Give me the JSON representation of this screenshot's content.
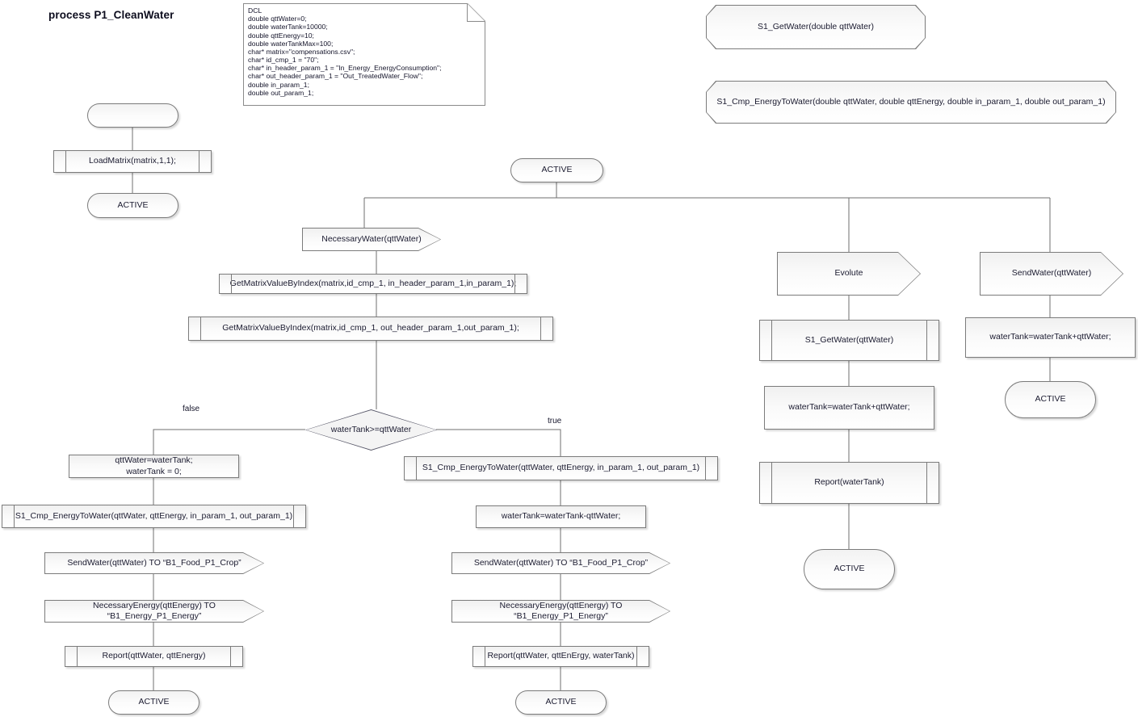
{
  "title": "process P1_CleanWater",
  "dcl": {
    "name": "dcl-note",
    "text": "DCL\ndouble qttWater=0;\ndouble waterTank=10000;\ndouble qttEnergy=10;\ndouble waterTankMax=100;\nchar* matrix=\"compensations.csv\";\nchar* id_cmp_1 = \"70\";\nchar* in_header_param_1 = \"In_Energy_EnergyConsumption\";\nchar* out_header_param_1 = \"Out_TreatedWater_Flow\";\ndouble in_param_1;\ndouble out_param_1;"
  },
  "signal_declarations": [
    {
      "label": "S1_GetWater(double qttWater)"
    },
    {
      "label": "S1_Cmp_EnergyToWater(double qttWater, double qttEnergy, double in_param_1, double out_param_1)"
    }
  ],
  "init_branch": {
    "start_state": "",
    "load_matrix": "LoadMatrix(matrix,1,1);",
    "active_state": "ACTIVE"
  },
  "main": {
    "active_state": "ACTIVE",
    "input_necessary_water": "NecessaryWater(qttWater)",
    "get_matrix_in": "GetMatrixValueByIndex(matrix,id_cmp_1, in_header_param_1,in_param_1);",
    "get_matrix_out": "GetMatrixValueByIndex(matrix,id_cmp_1, out_header_param_1,out_param_1);",
    "decision": "waterTank>=qttWater",
    "label_false": "false",
    "label_true": "true"
  },
  "false_branch": {
    "task_assign": "qttWater=waterTank;\nwaterTank = 0;",
    "proc_cmp": "S1_Cmp_EnergyToWater(qttWater, qttEnergy, in_param_1, out_param_1)",
    "out_send_water": "SendWater(qttWater) TO “B1_Food_P1_Crop”",
    "out_necessary_energy": "NecessaryEnergy(qttEnergy) TO “B1_Energy_P1_Energy”",
    "proc_report": "Report(qttWater, qttEnergy)",
    "active_state": "ACTIVE"
  },
  "true_branch": {
    "proc_cmp": "S1_Cmp_EnergyToWater(qttWater, qttEnergy, in_param_1, out_param_1)",
    "task_subtract": "waterTank=waterTank-qttWater;",
    "out_send_water": "SendWater(qttWater) TO “B1_Food_P1_Crop”",
    "out_necessary_energy": "NecessaryEnergy(qttEnergy) TO “B1_Energy_P1_Energy”",
    "proc_report": "Report(qttWater, qttEnErgy, waterTank)",
    "active_state": "ACTIVE"
  },
  "evolute_branch": {
    "input_evolute": "Evolute",
    "proc_get_water": "S1_GetWater(qttWater)",
    "task_add": "waterTank=waterTank+qttWater;",
    "proc_report": "Report(waterTank)",
    "active_state": "ACTIVE"
  },
  "send_water_branch": {
    "input_send_water": "SendWater(qttWater)",
    "task_add": "waterTank=waterTank+qttWater;",
    "active_state": "ACTIVE"
  },
  "colors": {
    "stroke": "#7b7b7b",
    "text": "#1b1b30",
    "fill_top": "#f0f0f0",
    "fill_bottom": "#ffffff",
    "page_bg": "#ffffff"
  }
}
